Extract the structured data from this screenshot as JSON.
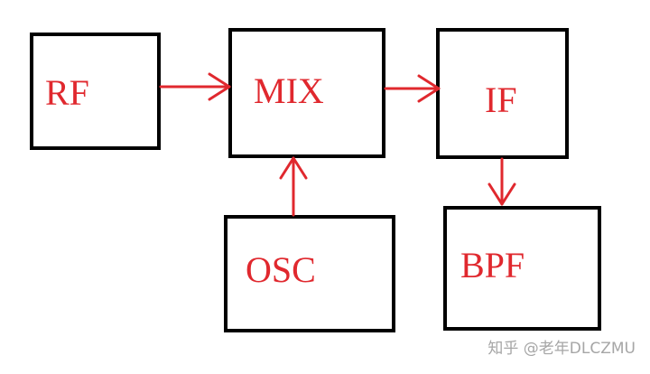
{
  "diagram": {
    "blocks": {
      "rf": {
        "label": "RF"
      },
      "mix": {
        "label": "MIX"
      },
      "if_block": {
        "label": "IF"
      },
      "osc": {
        "label": "OSC"
      },
      "bpf": {
        "label": "BPF"
      }
    },
    "connections": [
      {
        "from": "RF",
        "to": "MIX"
      },
      {
        "from": "MIX",
        "to": "IF"
      },
      {
        "from": "OSC",
        "to": "MIX"
      },
      {
        "from": "IF",
        "to": "BPF"
      }
    ],
    "colors": {
      "box_border": "#000000",
      "label": "#e0282e",
      "arrow": "#e0282e"
    }
  },
  "watermark": "知乎 @老年DLCZMU"
}
